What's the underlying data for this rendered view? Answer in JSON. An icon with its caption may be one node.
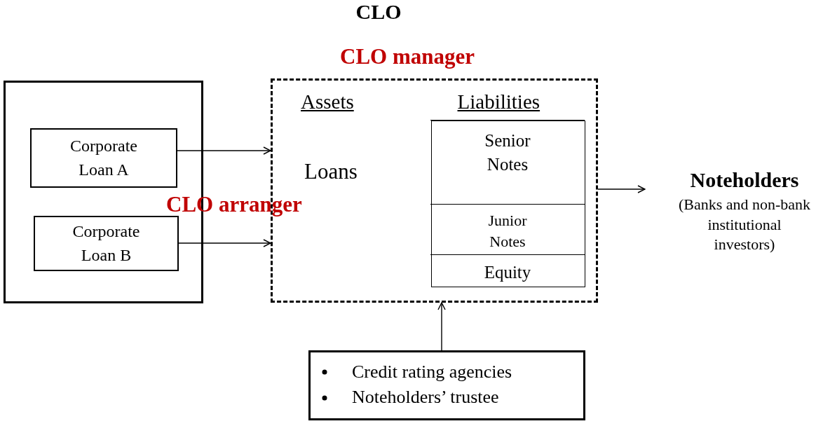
{
  "diagram": {
    "title": "CLO",
    "nodes": [
      {
        "text": [],
        "shape": "box"
      },
      {
        "text": [
          "Corporate Loan A"
        ],
        "in": 0
      },
      {
        "text": [
          "Corporate Loan B"
        ],
        "in": 0
      },
      {
        "text": [
          "CLO manager",
          "Assets",
          "Loans"
        ]
      },
      {
        "text": [
          "Liabilities"
        ],
        "in": 3
      },
      {
        "text": [
          "Senior Notes"
        ],
        "in": 4
      },
      {
        "text": [
          "Junior Notes"
        ],
        "in": 4
      },
      {
        "text": [
          "Equity"
        ],
        "in": 4
      },
      {
        "text": [
          "Noteholders",
          "(Banks and non-bank institutional investors)"
        ]
      },
      {
        "text": [
          "Credit rating agencies",
          "Noteholders’ trustee"
        ]
      }
    ],
    "edges": [
      {
        "from": 1,
        "to": 3,
        "arrow": "to"
      },
      {
        "from": 2,
        "to": 3,
        "arrow": "to"
      },
      {
        "from": 3,
        "to": 8,
        "arrow": "to"
      },
      {
        "from": 9,
        "to": 3,
        "arrow": "to"
      }
    ],
    "labels": [
      "CLO arranger"
    ]
  }
}
